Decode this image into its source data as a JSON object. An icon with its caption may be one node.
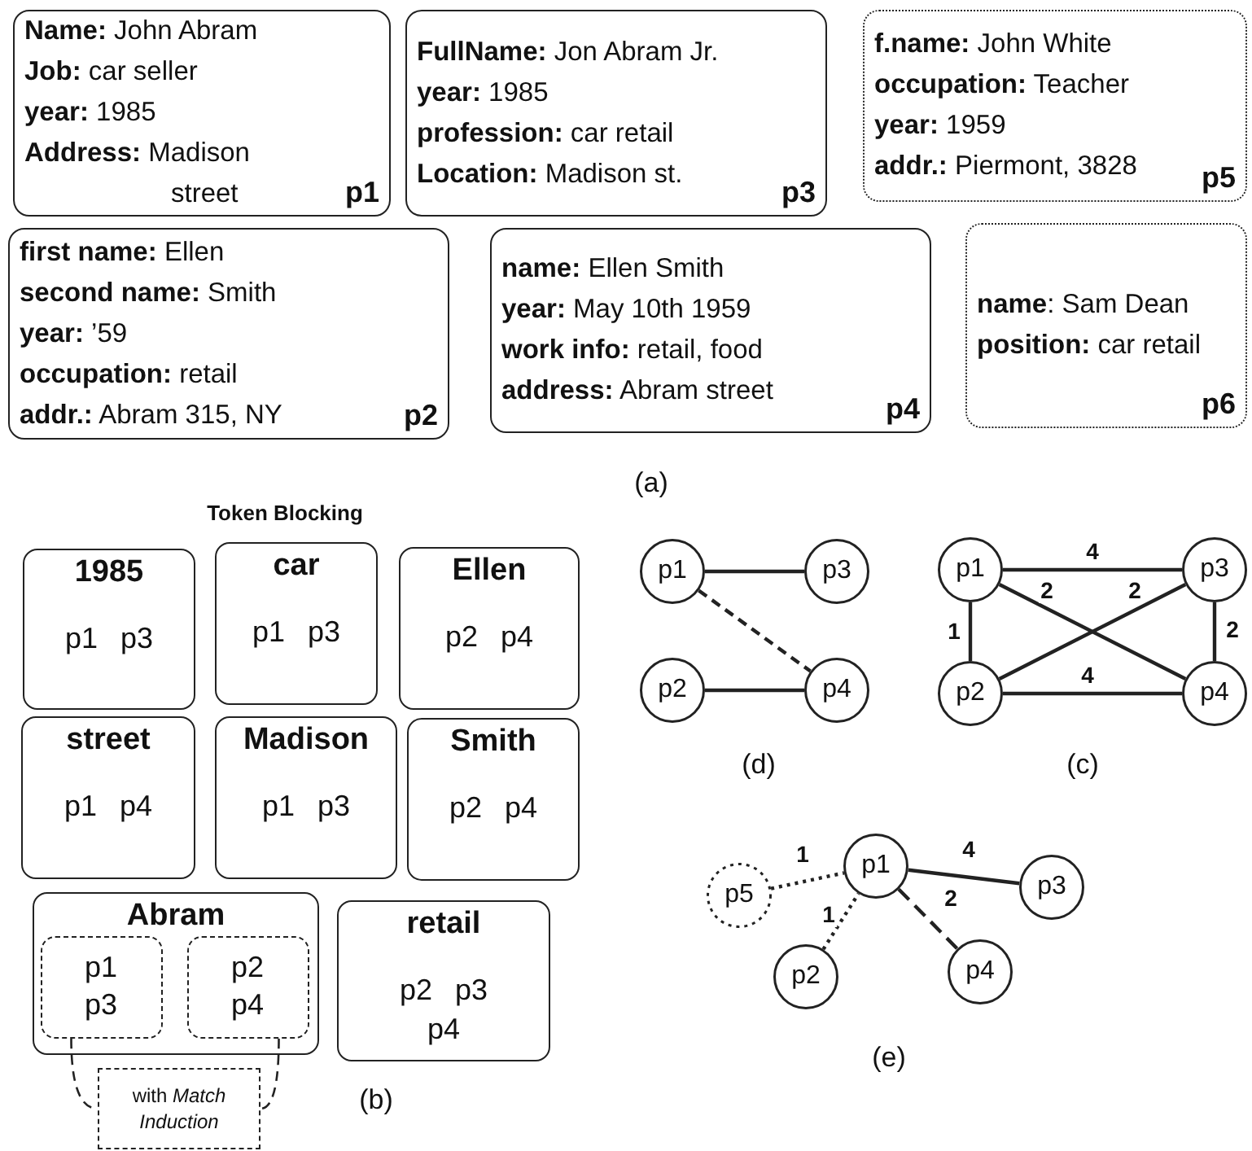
{
  "diagram": {
    "nodes": [
      {
        "text": [
          "**Name:** John Abram",
          "**Job:** car seller",
          "**year:** 1985",
          "**Address:** Madison street",
          "p1"
        ]
      },
      {
        "text": [
          "**FullName:** Jon Abram Jr.",
          "**year:** 1985",
          "**profession:** car retail",
          "**Location:** Madison st.",
          "p3"
        ]
      },
      {
        "text": [
          "**f.name:** John White",
          "**occupation:** Teacher",
          "**year:** 1959",
          "**addr.:** Piermont, 3828",
          "p5"
        ]
      },
      {
        "text": [
          "**first name:** Ellen",
          "**second name:** Smith",
          "**year:** ’59",
          "**occupation:** retail",
          "**addr.:** Abram 315, NY",
          "p2"
        ]
      },
      {
        "text": [
          "**name:** Ellen Smith",
          "**year:** May 10th 1959",
          "**work info:** retail, food",
          "**address:** Abram street",
          "p4"
        ]
      },
      {
        "text": [
          "**name**: Sam Dean",
          "**position:** car retail",
          "p6"
        ]
      },
      {
        "text": [
          "1985",
          "p1 p3"
        ]
      },
      {
        "text": [
          "car",
          "p1 p3"
        ]
      },
      {
        "text": [
          "Ellen",
          "p2 p4"
        ]
      },
      {
        "text": [
          "street",
          "p1 p4"
        ]
      },
      {
        "text": [
          "Madison",
          "p1 p3"
        ]
      },
      {
        "text": [
          "Smith",
          "p2 p4"
        ]
      },
      {
        "text": [
          "Abram"
        ]
      },
      {
        "text": [
          "p1 p3"
        ],
        "in": 12
      },
      {
        "text": [
          "p2 p4"
        ],
        "in": 12
      },
      {
        "text": [
          "retail",
          "p2 p3 p4"
        ]
      },
      {
        "text": [
          "with *Match Induction*"
        ]
      },
      {
        "text": [
          "p1"
        ]
      },
      {
        "text": [
          "p3"
        ]
      },
      {
        "text": [
          "p2"
        ]
      },
      {
        "text": [
          "p4"
        ]
      },
      {
        "text": [
          "p1"
        ]
      },
      {
        "text": [
          "p3"
        ]
      },
      {
        "text": [
          "p2"
        ]
      },
      {
        "text": [
          "p4"
        ]
      },
      {
        "text": [
          "p5"
        ]
      },
      {
        "text": [
          "p1"
        ]
      },
      {
        "text": [
          "p3"
        ]
      },
      {
        "text": [
          "p2"
        ]
      },
      {
        "text": [
          "p4"
        ]
      }
    ],
    "edges": [
      {
        "from": 13,
        "to": 16,
        "arrow": "none",
        "style": "dashed"
      },
      {
        "from": 14,
        "to": 16,
        "arrow": "none",
        "style": "dashed"
      },
      {
        "from": 17,
        "to": 18,
        "arrow": "none"
      },
      {
        "from": 17,
        "to": 20,
        "arrow": "none",
        "style": "dashed"
      },
      {
        "from": 19,
        "to": 20,
        "arrow": "none"
      },
      {
        "from": 21,
        "to": 22,
        "arrow": "none",
        "label": "4"
      },
      {
        "from": 21,
        "to": 23,
        "arrow": "none",
        "label": "1"
      },
      {
        "from": 21,
        "to": 24,
        "arrow": "none",
        "label": "2"
      },
      {
        "from": 23,
        "to": 22,
        "arrow": "none",
        "label": "2"
      },
      {
        "from": 22,
        "to": 24,
        "arrow": "none",
        "label": "2"
      },
      {
        "from": 23,
        "to": 24,
        "arrow": "none",
        "label": "4"
      },
      {
        "from": 25,
        "to": 26,
        "arrow": "none",
        "label": "1",
        "style": "dashed"
      },
      {
        "from": 26,
        "to": 27,
        "arrow": "none",
        "label": "4"
      },
      {
        "from": 28,
        "to": 26,
        "arrow": "none",
        "label": "1",
        "style": "dashed"
      },
      {
        "from": 26,
        "to": 29,
        "arrow": "none",
        "label": "2",
        "style": "dashed"
      }
    ],
    "labels": [
      "(a)",
      "Token Blocking",
      "(d)",
      "(c)",
      "(e)",
      "(b)"
    ]
  }
}
